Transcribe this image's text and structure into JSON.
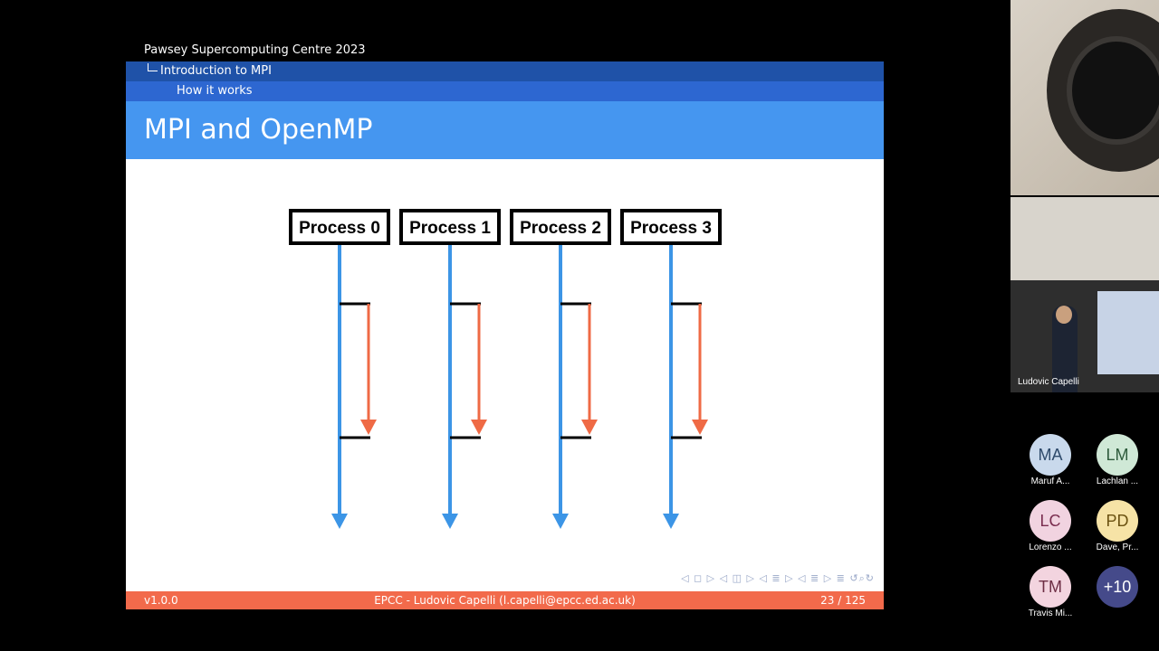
{
  "slide": {
    "header": "Pawsey Supercomputing Centre 2023",
    "section": "Introduction to MPI",
    "subsection": "How it works",
    "title": "MPI and OpenMP",
    "processes": [
      "Process 0",
      "Process 1",
      "Process 2",
      "Process 3"
    ],
    "footer": {
      "version": "v1.0.0",
      "author": "EPCC - Ludovic Capelli (l.capelli@epcc.ed.ac.uk)",
      "page": "23 / 125"
    },
    "nav_symbols": "◁ ◻ ▷  ◁ ◫ ▷  ◁ ≣ ▷  ◁ ≣ ▷   ≣   ↺⌕↻"
  },
  "colors": {
    "timeline": "#3c95e6",
    "thread": "#ef6a45",
    "footer": "#f26a4b",
    "title_bar": "#4596f0"
  },
  "video": {
    "speaker_name": "Ludovic Capelli",
    "participants": [
      {
        "initials": "MA",
        "name": "Maruf A...",
        "bg": "#c9d9ec",
        "fg": "#2e4a6b"
      },
      {
        "initials": "LM",
        "name": "Lachlan ...",
        "bg": "#cfe8d6",
        "fg": "#2e5b3c"
      },
      {
        "initials": "LC",
        "name": "Lorenzo ...",
        "bg": "#f1d3e0",
        "fg": "#7a2d4f"
      },
      {
        "initials": "PD",
        "name": "Dave, Pr...",
        "bg": "#f6e3a6",
        "fg": "#6b5211"
      },
      {
        "initials": "TM",
        "name": "Travis Mi...",
        "bg": "#f3d4df",
        "fg": "#6e2f45"
      },
      {
        "initials": "+10",
        "name": "",
        "bg": "#454a8a",
        "fg": "#ffffff"
      }
    ]
  }
}
